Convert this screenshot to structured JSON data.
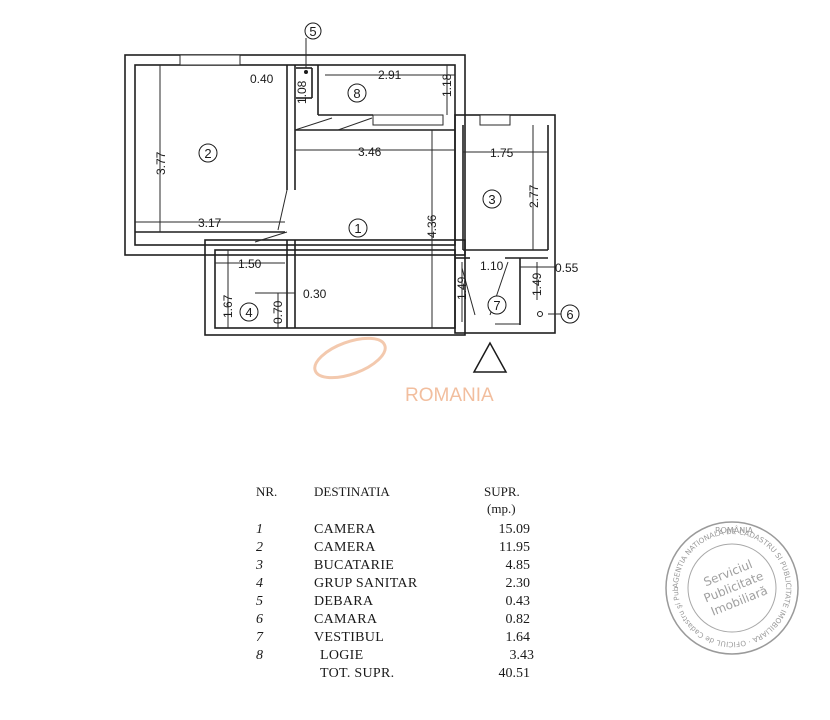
{
  "plan": {
    "room_numbers": [
      "1",
      "2",
      "3",
      "4",
      "5",
      "6",
      "7",
      "8"
    ],
    "dimensions": {
      "d_0_40": "0.40",
      "d_1_08": "1.08",
      "d_2_91": "2.91",
      "d_1_18": "1.18",
      "d_3_77": "3.77",
      "d_3_46": "3.46",
      "d_1_75": "1.75",
      "d_2_77": "2.77",
      "d_4_36": "4.36",
      "d_3_17": "3.17",
      "d_1_50": "1.50",
      "d_1_10": "1.10",
      "d_0_55": "0.55",
      "d_1_67": "1.67",
      "d_0_70": "0.70",
      "d_0_30": "0.30",
      "d_1_49a": "1.49",
      "d_1_49b": "1.49"
    },
    "watermark": "ROMANIA"
  },
  "legend": {
    "headers": {
      "nr": "NR.",
      "dest": "DESTINATIA",
      "supr": "SUPR.",
      "unit": "(mp.)"
    },
    "rows": [
      {
        "nr": "1",
        "dest": "CAMERA",
        "area": "15.09"
      },
      {
        "nr": "2",
        "dest": "CAMERA",
        "area": "11.95"
      },
      {
        "nr": "3",
        "dest": "BUCATARIE",
        "area": "4.85"
      },
      {
        "nr": "4",
        "dest": "GRUP SANITAR",
        "area": "2.30"
      },
      {
        "nr": "5",
        "dest": "DEBARA",
        "area": "0.43"
      },
      {
        "nr": "6",
        "dest": "CAMARA",
        "area": "0.82"
      },
      {
        "nr": "7",
        "dest": "VESTIBUL",
        "area": "1.64"
      },
      {
        "nr": "8",
        "dest": "LOGIE",
        "area": "3.43"
      }
    ],
    "total": {
      "dest": "TOT. SUPR.",
      "area": "40.51"
    }
  },
  "stamp": {
    "top": "ROMÂNIA",
    "center": [
      "Serviciul",
      "Publicitate",
      "Imobiliară"
    ],
    "ring": "AGENTIA NATIONALA DE CADASTRU SI PUBLICITATE IMOBILIARA · OFICIUL de Cadastru şi Publicitate Imobiliară Bucureşti"
  },
  "colors": {
    "ink": "#1f1f1f",
    "watermark": "#f0b38e",
    "stamp": "#9a9a9a"
  }
}
